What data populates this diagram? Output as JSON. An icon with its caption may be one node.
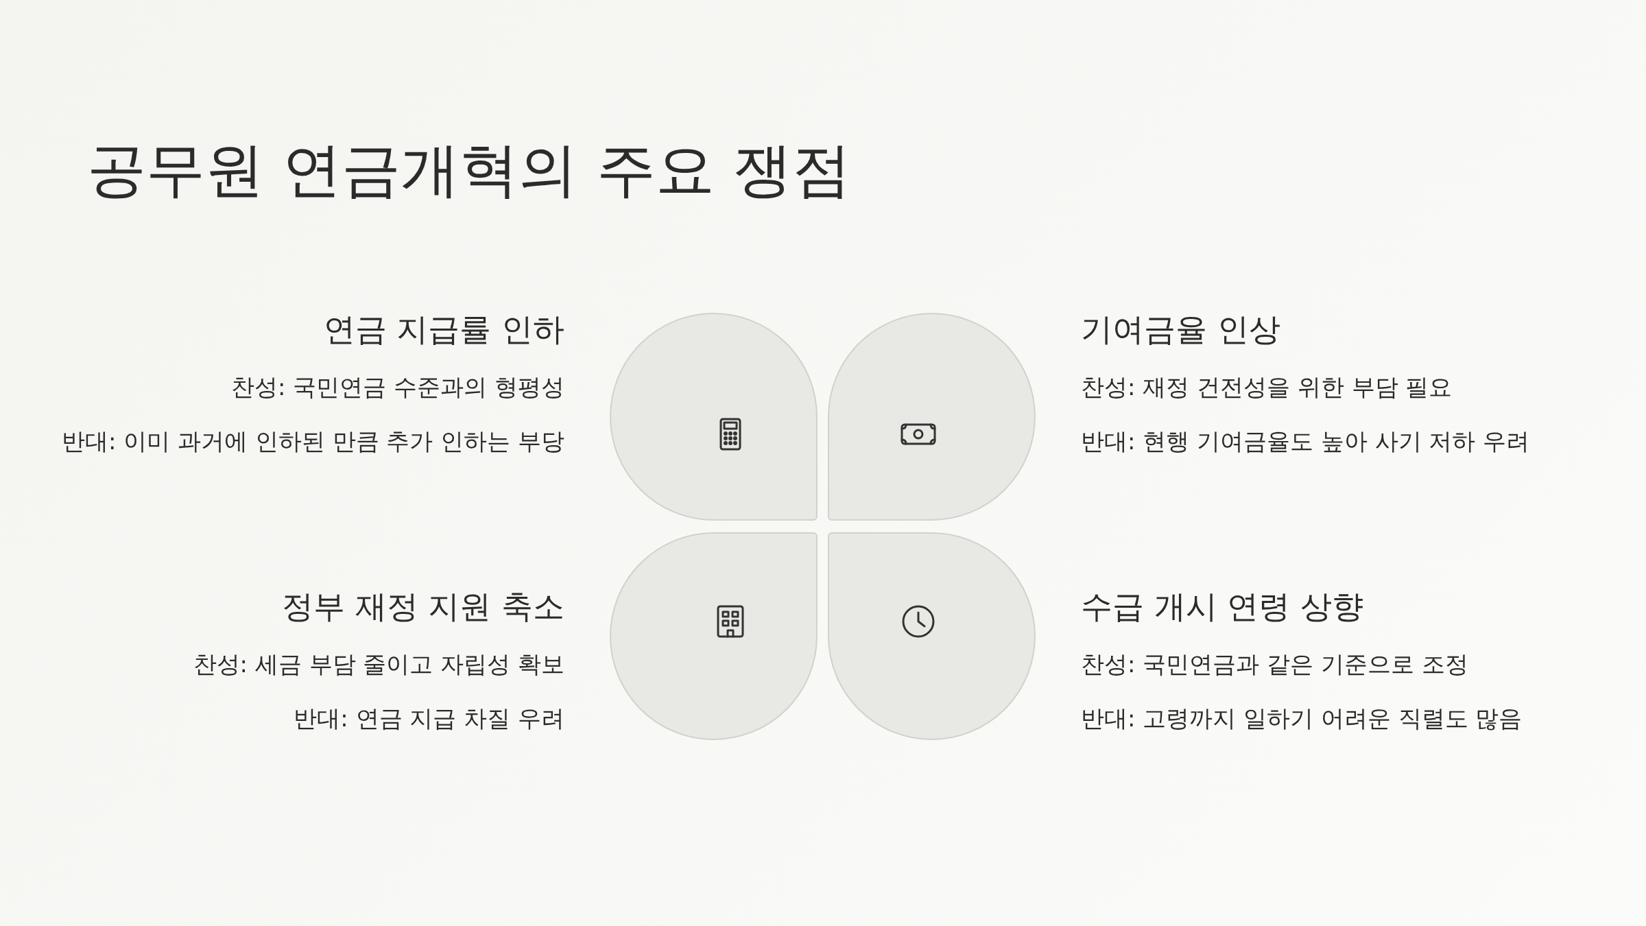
{
  "diagram": {
    "title": "공무원 연금개혁의 주요 쟁점",
    "labels": [
      "연금 지급률 인하",
      "찬성: 국민연금 수준과의 형평성",
      "반대: 이미 과거에 인하된 만큼 추가 인하는 부당",
      "기여금율 인상",
      "찬성: 재정 건전성을 위한 부담 필요",
      "반대: 현행 기여금율도 높아 사기 저하 우려",
      "정부 재정 지원 축소",
      "찬성: 세금 부담 줄이고 자립성 확보",
      "반대: 연금 지급 차질 우려",
      "수급 개시 연령 상향",
      "찬성: 국민연금과 같은 기준으로 조정",
      "반대: 고령까지 일하기 어려운 직렬도 많음"
    ]
  }
}
